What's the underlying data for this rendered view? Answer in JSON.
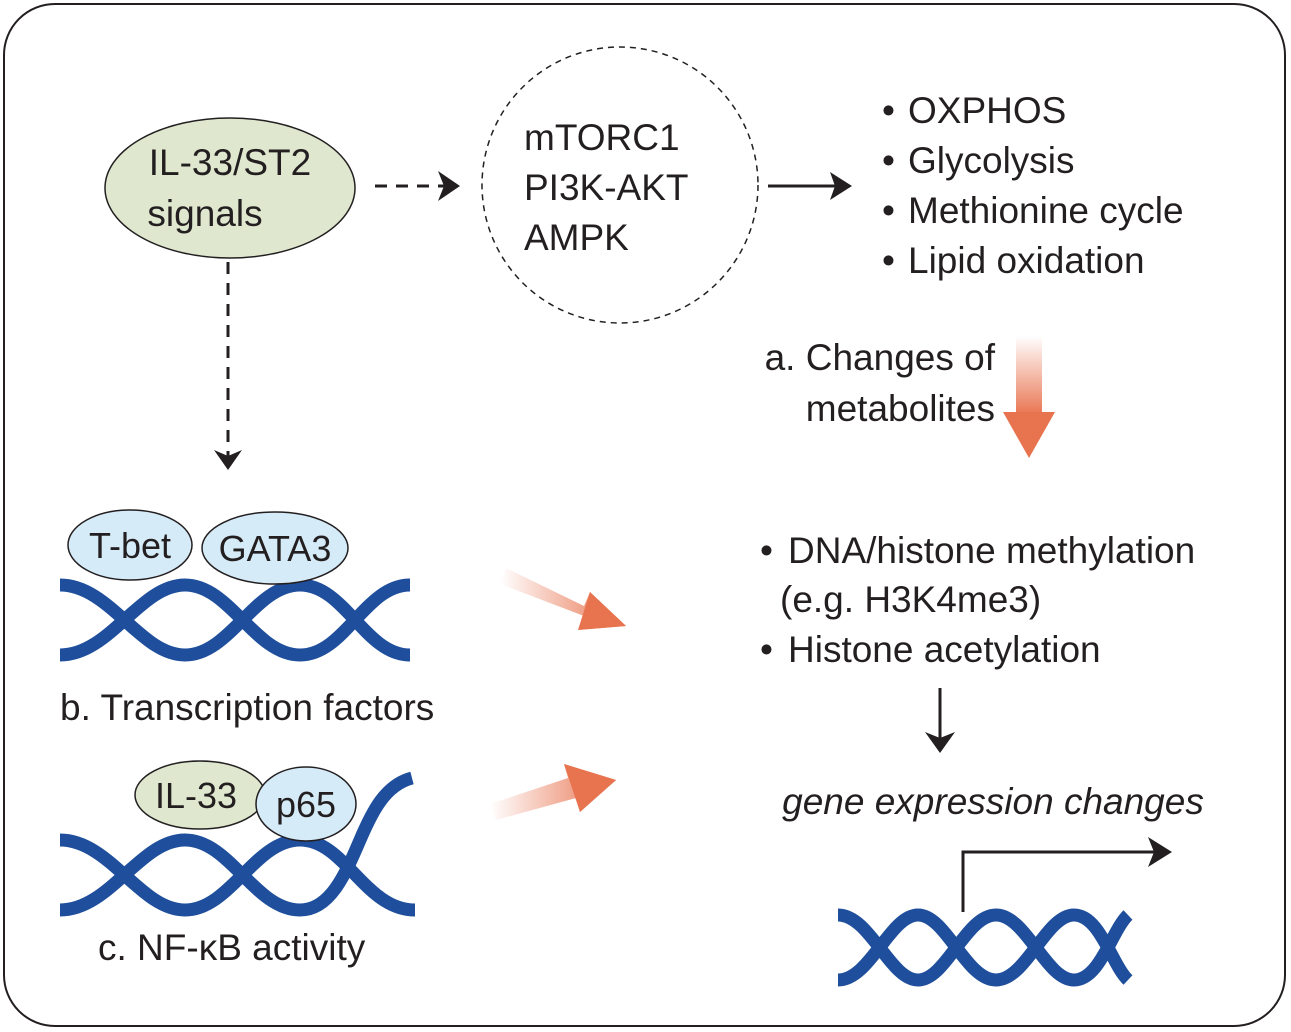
{
  "signal": {
    "line1": "IL-33/ST2",
    "line2": "signals"
  },
  "kinases": [
    "mTORC1",
    "PI3K-AKT",
    "AMPK"
  ],
  "metabolic_pathways": [
    "OXPHOS",
    "Glycolysis",
    "Methionine cycle",
    "Lipid oxidation"
  ],
  "section_a": {
    "line1": "a. Changes of",
    "line2": "metabolites"
  },
  "transcription_factors": [
    "T-bet",
    "GATA3"
  ],
  "section_b": "b. Transcription factors",
  "nfkb_factors": [
    "IL-33",
    "p65"
  ],
  "section_c": "c. NF-κB activity",
  "epigenetic": {
    "item1": "DNA/histone methylation",
    "item1_example": "(e.g. H3K4me3)",
    "item2": "Histone acetylation"
  },
  "outcome": "gene expression changes",
  "colors": {
    "signal_fill": "#dfe8cf",
    "tf_fill": "#d6ebf8",
    "dna": "#1f4f9c",
    "orange_arrow": "#e8734f",
    "ink": "#231f20"
  }
}
